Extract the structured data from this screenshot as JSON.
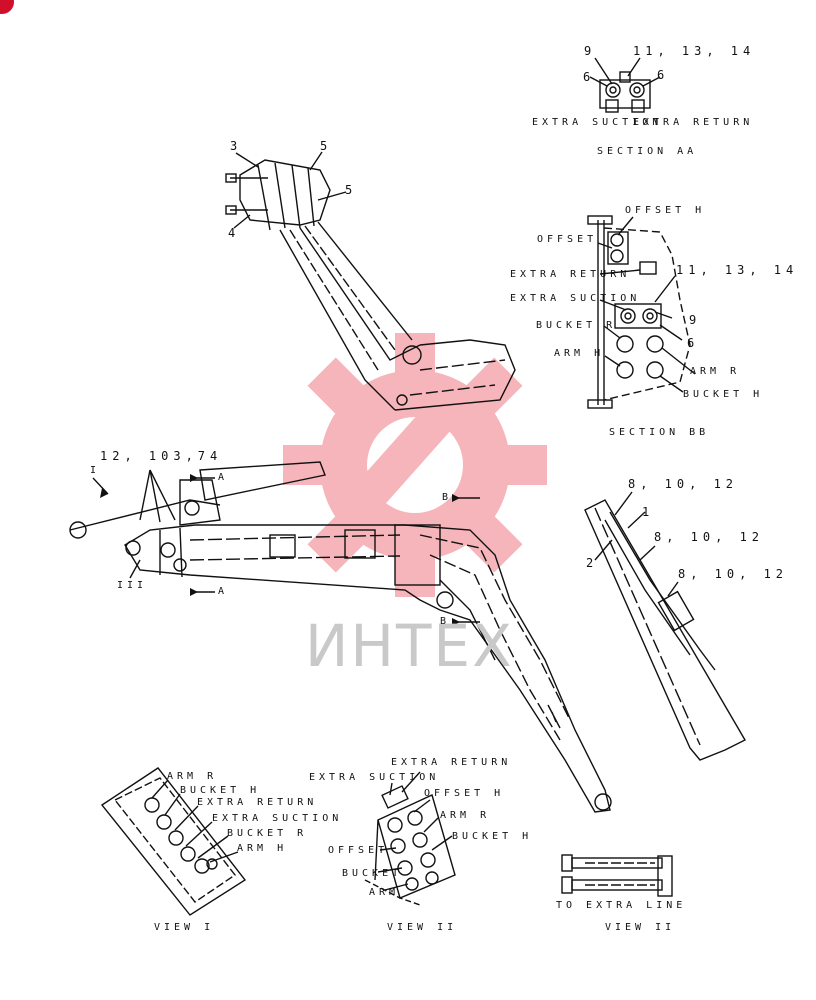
{
  "watermark": {
    "text": "ИНТЕХ",
    "logo": "gear-logo"
  },
  "section_aa": {
    "callout_9": "9",
    "callout_11_13_14": "11, 13, 14",
    "callout_6_left": "6",
    "callout_6_right": "6",
    "extra_suction": "EXTRA SUCTION",
    "extra_return": "EXTRA RETURN",
    "title": "SECTION AA"
  },
  "section_bb": {
    "offset_h": "OFFSET H",
    "offset": "OFFSET",
    "extra_return": "EXTRA RETURN",
    "callout_11_13_14": "11, 13, 14",
    "extra_suction": "EXTRA SUCTION",
    "callout_9": "9",
    "bucket_r": "BUCKET R",
    "callout_6": "6",
    "arm_h": "ARM H",
    "arm_r": "ARM R",
    "bucket_h": "BUCKET H",
    "title": "SECTION BB"
  },
  "arm_upper": {
    "callout_3": "3",
    "callout_5a": "5",
    "callout_5b": "5",
    "callout_4": "4"
  },
  "main_boom": {
    "callout_12_103_74": "12, 103,74",
    "marker_i": "I",
    "marker_iii": "III",
    "section_a_top": "A",
    "section_a_bottom": "A",
    "section_b_top": "B",
    "section_b_bottom": "B"
  },
  "side_detail": {
    "callout_8_10_12_a": "8, 10, 12",
    "callout_1": "1",
    "callout_8_10_12_b": "8, 10, 12",
    "callout_2": "2",
    "callout_8_10_12_c": "8, 10, 12"
  },
  "view_i": {
    "arm_r": "ARM R",
    "bucket_h": "BUCKET H",
    "extra_return": "EXTRA RETURN",
    "extra_suction": "EXTRA SUCTION",
    "bucket_r": "BUCKET R",
    "arm_h": "ARM H",
    "title": "VIEW I"
  },
  "view_ii_center": {
    "extra_return": "EXTRA RETURN",
    "extra_suction": "EXTRA SUCTION",
    "offset_h": "OFFSET H",
    "arm_r": "ARM R",
    "bucket_h": "BUCKET H",
    "offset": "OFFSET",
    "bucket": "BUCKET",
    "arm": "ARM",
    "title": "VIEW II"
  },
  "view_ii_right": {
    "to_extra_line": "TO EXTRA LINE",
    "title": "VIEW II"
  }
}
